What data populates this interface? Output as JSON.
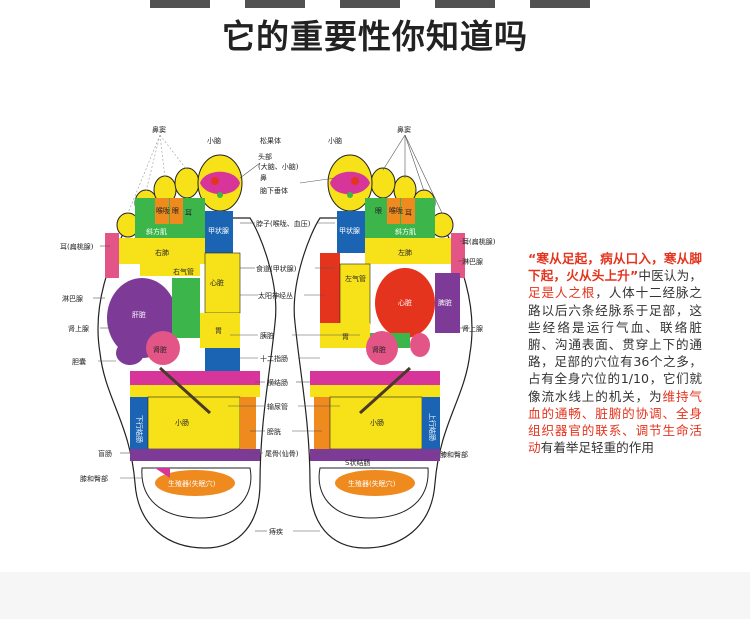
{
  "headline": "它的重要性你知道吗",
  "foot_labels": {
    "bidou": "鼻窦",
    "xiaonao": "小脑",
    "songguoti": "松果体",
    "toubu": "头部",
    "danao_xiaonao": "(大脑、小脑)",
    "bi": "鼻",
    "naoxiachuiti": "脑下垂体",
    "bozi": "脖子(喉咙、血压)",
    "shidao": "食道(甲状腺)",
    "taiyangshenjingcong": "太阳神经丛",
    "yizang": "胰脏",
    "shierzhichang": "十二指肠",
    "hengjiechang": "横结肠",
    "shuniaoguan": "输尿管",
    "pangguang": "膀胱",
    "weigu": "尾骨(仙骨)",
    "zhichuang": "痔疾",
    "er": "耳(扁桃腺)",
    "linbaxian": "淋巴腺",
    "shenshangxian": "肾上腺",
    "dannang": "胆囊",
    "mangchang": "盲肠",
    "xihetunbu": "膝和臀部",
    "zuo_shenshangxian": "肾上腺",
    "zuo_linbaxian": "淋巴腺",
    "zuo_er": "耳(扁桃腺)",
    "zuo_xihetunbu": "膝和臀部"
  },
  "zone_labels": {
    "houlong": "喉咙",
    "yan": "眼",
    "er": "耳",
    "xiefangji": "斜方肌",
    "jiazhuangxian": "甲状腺",
    "youfei": "右肺",
    "zuofei": "左肺",
    "youqiguan": "右气管",
    "zuoqiguan": "左气管",
    "xinzang": "心脏",
    "ganzang": "肝脏",
    "wei": "胃",
    "shenzang": "肾脏",
    "pizang": "脾脏",
    "xiaxingjiechang": "下行结肠",
    "shangxingjiechang": "上行结肠",
    "xiaochang": "小肠",
    "szhuangjiechang": "S状结肠",
    "shengzhiqi": "生殖器(失眠穴)"
  },
  "side_text": {
    "quote": "“寒从足起，病从口入，寒从脚下起，火从头上升”",
    "seg1": "中医认为，",
    "hl1": "足是人之根",
    "seg2": "，人体十二经脉之路以后六条经脉系于足部，这些经络是运行气血、联络脏腑、沟通表面、贯穿上下的通路，足部的穴位有36个之多，占有全身穴位的1/10，它们就像流水线上的机关，为",
    "hl2": "维持气血的通畅、脏腑的协调、全身组织器官的联系、调节生命活动",
    "seg3": "有着举足轻重的作用"
  },
  "colors": {
    "accent_red": "#e5341d",
    "text": "#333333"
  }
}
